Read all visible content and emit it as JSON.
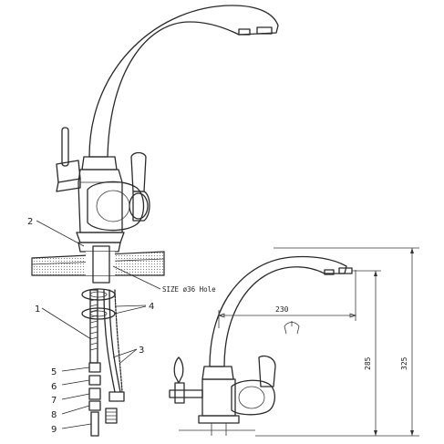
{
  "callouts": {
    "c1": "1",
    "c2": "2",
    "c3": "3",
    "c4": "4",
    "c5": "5",
    "c6": "6",
    "c7": "7",
    "c8": "8",
    "c9": "9"
  },
  "note": "SIZE ø36 Hole",
  "dimensions": {
    "reach": "230",
    "height_spout": "285",
    "height_total": "325"
  }
}
